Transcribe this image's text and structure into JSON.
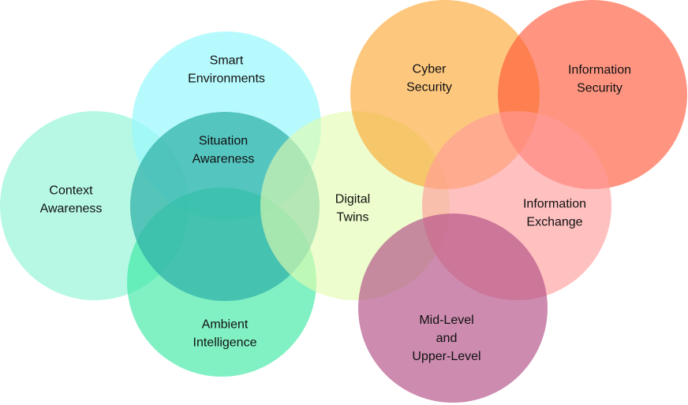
{
  "diagram": {
    "circles": [
      {
        "id": "context-awareness",
        "lines": [
          "Context",
          "Awareness"
        ],
        "color": "#99F5DA",
        "alpha": 0.7
      },
      {
        "id": "smart-environments",
        "lines": [
          "Smart",
          "Environments"
        ],
        "color": "#99F8FC",
        "alpha": 0.7
      },
      {
        "id": "ambient-intelligence",
        "lines": [
          "Ambient",
          "Intelligence"
        ],
        "color": "#33E8A0",
        "alpha": 0.62
      },
      {
        "id": "situation-awareness",
        "lines": [
          "Situation",
          "Awareness"
        ],
        "color": "#2FB0A8",
        "alpha": 0.72
      },
      {
        "id": "digital-twins",
        "lines": [
          "Digital",
          "Twins"
        ],
        "color": "#E2FCAE",
        "alpha": 0.62
      },
      {
        "id": "cyber-security",
        "lines": [
          "Cyber",
          "Security"
        ],
        "color": "#FBA52E",
        "alpha": 0.62
      },
      {
        "id": "information-security",
        "lines": [
          "Information",
          "Security"
        ],
        "color": "#FF5433",
        "alpha": 0.62
      },
      {
        "id": "information-exchange",
        "lines": [
          "Information",
          "Exchange"
        ],
        "color": "#FF9A9A",
        "alpha": 0.62
      },
      {
        "id": "mid-upper-level",
        "lines": [
          "Mid-Level",
          "and",
          "Upper-Level"
        ],
        "color": "#B24F86",
        "alpha": 0.66
      }
    ]
  }
}
